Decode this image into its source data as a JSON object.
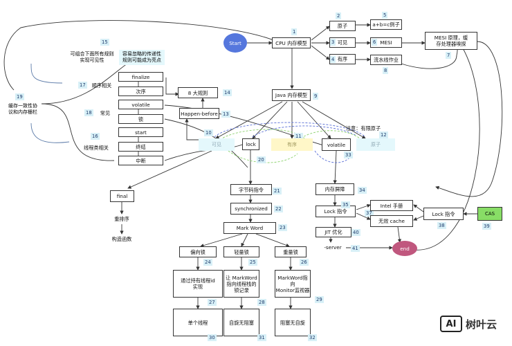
{
  "colors": {
    "start_fill": "#5577dd",
    "end_fill": "#c0577e",
    "cas_fill": "#88dd66",
    "light_cyan": "#e4f8fc",
    "light_yellow": "#fff7c8",
    "number_bg": "#d8f0f7",
    "line": "#333333",
    "dash_blue": "#5a6fd6",
    "dash_green": "#8ad16b",
    "curve_blue": "#5b7aa8"
  },
  "nodes": {
    "start": "Start",
    "cpu_model": "CPU 内存模型",
    "atomic": "原子",
    "visible": "可见",
    "ordered": "有序",
    "example_abc": "a+b=c例子",
    "mesi": "MESI",
    "pipeline": "流水线作业",
    "mesi_principle": "MESI 原理，缓\n存处理器嗅探",
    "java_model": "Java 内存模型",
    "happen_before": "Happen-before",
    "eight_rules": "8 大规则",
    "finalize": "finalize",
    "order": "次序",
    "volatile_rule": "volatile",
    "lock_rule": "锁",
    "start_rule": "start",
    "terminate": "终结",
    "interrupt": "中断",
    "order_related": "顺序相关",
    "common": "常见",
    "thread_related": "线程类相关",
    "combine_rules": "可组合下面所有规则\n实现可见性",
    "propagation": "容易忽略的传递性\n规则可能成为亮点",
    "cache_protocol": "缓存一致性协\n议和内存栅栏",
    "kw_visible": "可见",
    "kw_lock": "lock",
    "kw_ordered": "有序",
    "kw_volatile": "volatile",
    "kw_atomic": "原子",
    "note_atomic": "注意：有限原子",
    "final": "final",
    "reorder": "重排序",
    "constructor": "构造函数",
    "bytecode": "字节码指令",
    "synchronized": "synchronized",
    "mark_word": "Mark Word",
    "biased": "偏向锁",
    "lightweight": "轻量锁",
    "heavyweight": "重量锁",
    "biased_desc": "通过持有线程id\n实现",
    "light_desc": "让 MarkWord\n指向线程栈的\n锁记录",
    "heavy_desc": "MarkWord指向\nMonitor监视器",
    "single_thread": "单个线程",
    "spin_no_block": "自旋无阻塞",
    "block_no_spin": "阻塞无自旋",
    "memory_barrier": "内存屏障",
    "lock_instr": "Lock 指令",
    "jit": "JIT 优化",
    "server": "-server",
    "end": "end",
    "intel_manual": "Intel 手册",
    "invalid_cache": "无效 cache",
    "lock_instr2": "Lock 指令",
    "cas": "CAS"
  },
  "numbers": {
    "n1": "1",
    "n2": "2",
    "n3": "3",
    "n4": "4",
    "n5": "5",
    "n6": "6",
    "n7": "7",
    "n8": "8",
    "n9": "9",
    "n10": "10",
    "n11": "11",
    "n12": "12",
    "n13": "13",
    "n14": "14",
    "n15": "15",
    "n16": "16",
    "n17": "17",
    "n18": "18",
    "n19": "19",
    "n20": "20",
    "n21": "21",
    "n22": "22",
    "n23": "23",
    "n24": "24",
    "n25": "25",
    "n26": "26",
    "n27": "27",
    "n28": "28",
    "n29": "29",
    "n30": "30",
    "n31": "31",
    "n32": "32",
    "n33": "33",
    "n34": "34",
    "n35": "35",
    "n37": "37",
    "n38": "38",
    "n39": "39",
    "n40": "40",
    "n41": "41"
  },
  "watermark": {
    "mark": "AI",
    "text": "树叶云"
  }
}
